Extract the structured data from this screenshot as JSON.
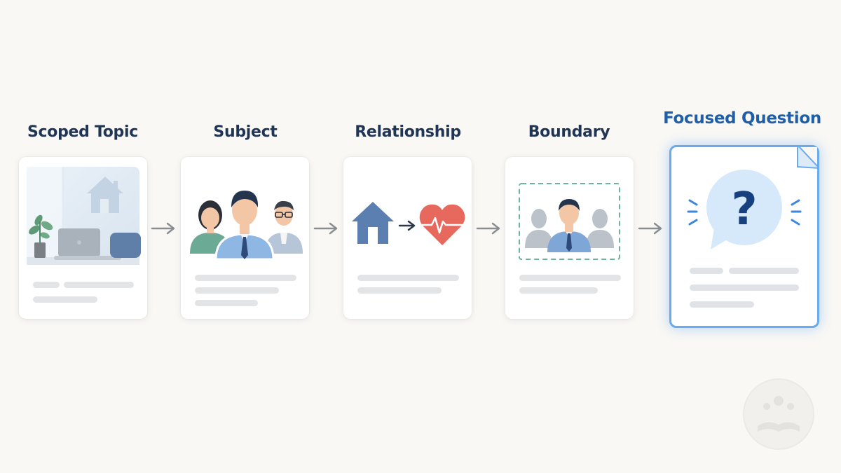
{
  "steps": [
    {
      "title": "Scoped Topic"
    },
    {
      "title": "Subject"
    },
    {
      "title": "Relationship"
    },
    {
      "title": "Boundary"
    },
    {
      "title": "Focused Question"
    }
  ],
  "colors": {
    "title": "#1f3553",
    "focus_title": "#1f5fa8",
    "focus_border": "#6aabed",
    "icon_blue": "#5b7fb1",
    "heart_red": "#e7685d",
    "boundary_green": "#6fb39c",
    "arrow_gray": "#8a8d92"
  },
  "icons": {
    "scoped_topic": [
      "plant-icon",
      "laptop-icon",
      "house-icon",
      "chair-icon"
    ],
    "subject": [
      "woman-icon",
      "man-icon",
      "man-with-glasses-icon"
    ],
    "relationship": [
      "house-icon",
      "arrow-icon",
      "heart-pulse-icon"
    ],
    "boundary": [
      "dashed-frame-icon",
      "person-icon"
    ],
    "focused_question": [
      "question-bubble-icon",
      "document-icon"
    ],
    "watermark": "logo-watermark"
  }
}
